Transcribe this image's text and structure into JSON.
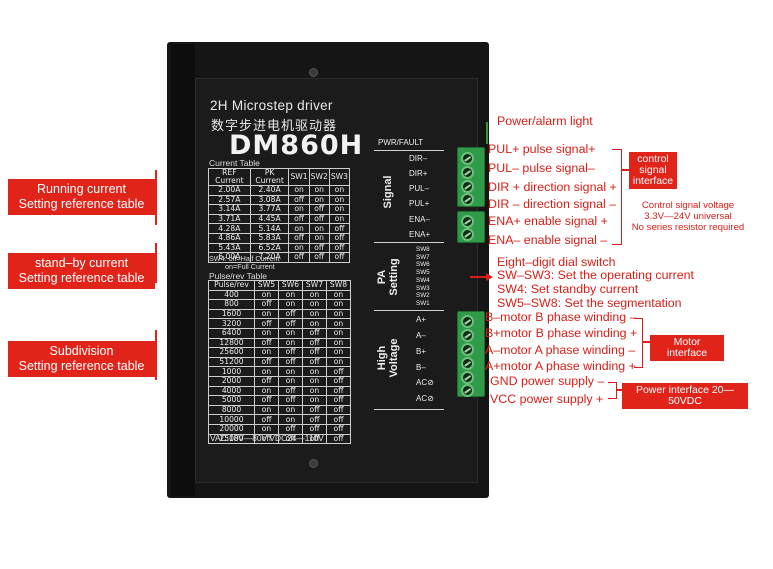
{
  "left_tags": [
    {
      "lines": [
        "Running current",
        "Setting reference table"
      ]
    },
    {
      "lines": [
        "stand–by current",
        "Setting reference table"
      ]
    },
    {
      "lines": [
        "Subdivision",
        "Setting reference table"
      ]
    }
  ],
  "driver": {
    "title_en": "2H Microstep driver",
    "title_cn": "数字步进电机驱动器",
    "model": "DM860H",
    "current_table": {
      "title": "Current Table",
      "headers": [
        "REF Current",
        "PK Current",
        "SW1",
        "SW2",
        "SW3"
      ],
      "rows": [
        [
          "2.00A",
          "2.40A",
          "on",
          "on",
          "on"
        ],
        [
          "2.57A",
          "3.08A",
          "off",
          "on",
          "on"
        ],
        [
          "3.14A",
          "3.77A",
          "on",
          "off",
          "on"
        ],
        [
          "3.71A",
          "4.45A",
          "off",
          "off",
          "on"
        ],
        [
          "4.28A",
          "5.14A",
          "on",
          "on",
          "off"
        ],
        [
          "4.86A",
          "5.83A",
          "off",
          "on",
          "off"
        ],
        [
          "5.43A",
          "6.52A",
          "on",
          "off",
          "off"
        ],
        [
          "6.00A",
          "7.20A",
          "off",
          "off",
          "off"
        ]
      ]
    },
    "sw4_note": [
      "SW4: off=Half Current",
      "on=Full Current"
    ],
    "pulse_table": {
      "title": "Pulse/rev Table",
      "headers": [
        "Pulse/rev",
        "SW5",
        "SW6",
        "SW7",
        "SW8"
      ],
      "rows": [
        [
          "400",
          "on",
          "on",
          "on",
          "on"
        ],
        [
          "800",
          "off",
          "on",
          "on",
          "on"
        ],
        [
          "1600",
          "on",
          "off",
          "on",
          "on"
        ],
        [
          "3200",
          "off",
          "off",
          "on",
          "on"
        ],
        [
          "6400",
          "on",
          "on",
          "off",
          "on"
        ],
        [
          "12800",
          "off",
          "on",
          "off",
          "on"
        ],
        [
          "25600",
          "on",
          "off",
          "off",
          "on"
        ],
        [
          "51200",
          "off",
          "off",
          "off",
          "on"
        ],
        [
          "1000",
          "on",
          "on",
          "on",
          "off"
        ],
        [
          "2000",
          "off",
          "on",
          "on",
          "off"
        ],
        [
          "4000",
          "on",
          "off",
          "on",
          "off"
        ],
        [
          "5000",
          "off",
          "off",
          "on",
          "off"
        ],
        [
          "8000",
          "on",
          "on",
          "off",
          "off"
        ],
        [
          "10000",
          "off",
          "on",
          "off",
          "off"
        ],
        [
          "20000",
          "on",
          "off",
          "off",
          "off"
        ],
        [
          "25000",
          "off",
          "off",
          "off",
          "off"
        ]
      ]
    },
    "footer": "VAC:18V—80V  VDC24—110V",
    "pwr_fault": "PWR/FAULT",
    "signal_title": "Signal",
    "signal_pins": [
      "DIR–",
      "DIR+",
      "PUL–",
      "PUL+",
      "ENA–",
      "ENA+"
    ],
    "pa_setting_title": [
      "PA",
      "Setting"
    ],
    "dip_labels": [
      "SW8",
      "SW7",
      "SW6",
      "SW5",
      "SW4",
      "SW3",
      "SW2",
      "SW1"
    ],
    "hv_title": [
      "High",
      "Voltage"
    ],
    "hv_pins": [
      "A+",
      "A–",
      "B+",
      "B–",
      "AC⊘",
      "AC⊘"
    ]
  },
  "annotations": {
    "power_alarm": "Power/alarm light",
    "signals": [
      "PUL+ pulse signal+",
      "PUL– pulse signal–",
      "DIR + direction signal +",
      "DIR – direction signal –",
      "ENA+ enable signal +",
      "ENA– enable signal –"
    ],
    "control_signal_box": [
      "control",
      "signal",
      "interface"
    ],
    "control_voltage": [
      "Control signal voltage",
      "3.3V—24V universal",
      "No series resistor required"
    ],
    "dip_notes": [
      "Eight–digit dial switch",
      "SW–SW3: Set the operating current",
      "SW4: Set standby current",
      "SW5–SW8: Set the segmentation"
    ],
    "motor": [
      "B–motor B phase winding –",
      "B+motor B phase winding +",
      "A–motor A phase winding –",
      "A+motor A phase winding +"
    ],
    "motor_box": "Motor interface",
    "power": [
      "GND power supply –",
      "VCC power supply +"
    ],
    "power_box": "Power interface 20—50VDC"
  },
  "colors": {
    "annotation_red": "#d81e17",
    "tag_red": "#e0241a",
    "driver_black": "#151515",
    "terminal_green": "#2f9a47"
  }
}
